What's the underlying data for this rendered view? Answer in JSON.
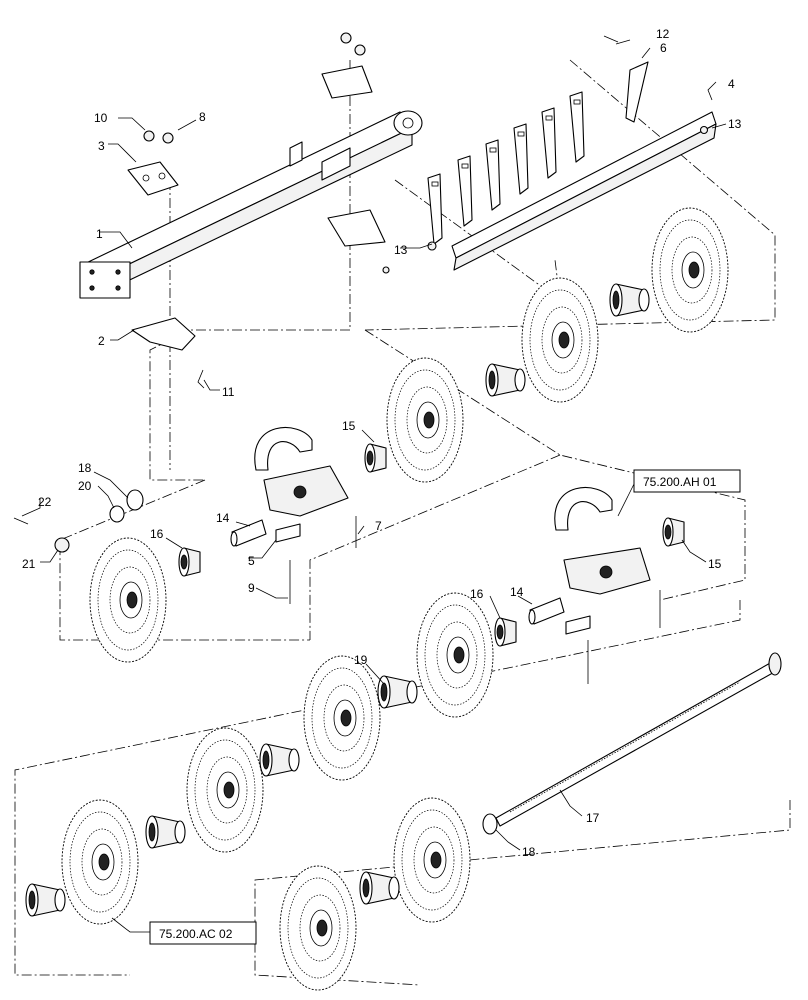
{
  "diagram": {
    "callouts": {
      "c1": "1",
      "c2": "2",
      "c3": "3",
      "c4": "4",
      "c5": "5",
      "c6": "6",
      "c7": "7",
      "c8": "8",
      "c9": "9",
      "c10": "10",
      "c11": "11",
      "c12": "12",
      "c13a": "13",
      "c13b": "13",
      "c14a": "14",
      "c14b": "14",
      "c15a": "15",
      "c15b": "15",
      "c16a": "16",
      "c16b": "16",
      "c17": "17",
      "c18a": "18",
      "c18b": "18",
      "c19": "19",
      "c20": "20",
      "c21": "21",
      "c22": "22"
    },
    "references": {
      "ref_ah": "75.200.AH 01",
      "ref_ac": "75.200.AC 02"
    }
  }
}
